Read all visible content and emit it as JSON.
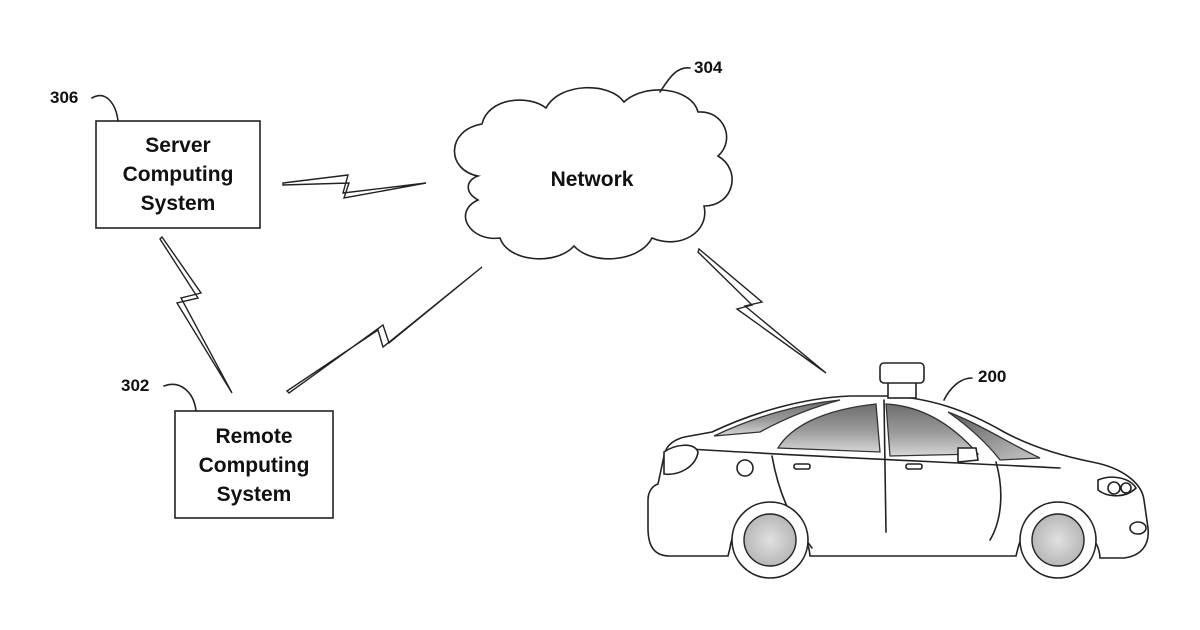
{
  "refs": {
    "server": "306",
    "network": "304",
    "remote": "302",
    "vehicle": "200"
  },
  "boxes": {
    "server": {
      "line1": "Server",
      "line2": "Computing",
      "line3": "System"
    },
    "remote": {
      "line1": "Remote",
      "line2": "Computing",
      "line3": "System"
    }
  },
  "network": {
    "label": "Network"
  }
}
